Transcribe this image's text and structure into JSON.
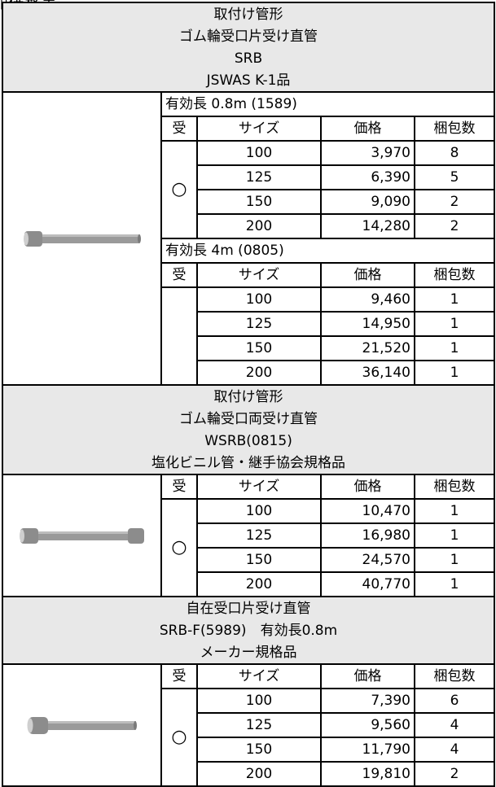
{
  "cut_title": "ﾛ価格表",
  "sections": [
    {
      "header": [
        "取付け管形",
        "ゴム輪受口片受け直管",
        "SRB",
        "JSWAS K-1品"
      ],
      "subsections": [
        {
          "length_label": "有効長 0.8m (1589)",
          "columns": [
            "受",
            "サイズ",
            "価格",
            "梱包数"
          ],
          "receiver_mark": "○",
          "rows": [
            {
              "size": "100",
              "price": "3,970",
              "qty": "8"
            },
            {
              "size": "125",
              "price": "6,390",
              "qty": "5"
            },
            {
              "size": "150",
              "price": "9,090",
              "qty": "2"
            },
            {
              "size": "200",
              "price": "14,280",
              "qty": "2"
            }
          ]
        },
        {
          "length_label": "有効長 4m (0805)",
          "columns": [
            "受",
            "サイズ",
            "価格",
            "梱包数"
          ],
          "receiver_mark": "",
          "rows": [
            {
              "size": "100",
              "price": "9,460",
              "qty": "1"
            },
            {
              "size": "125",
              "price": "14,950",
              "qty": "1"
            },
            {
              "size": "150",
              "price": "21,520",
              "qty": "1"
            },
            {
              "size": "200",
              "price": "36,140",
              "qty": "1"
            }
          ]
        }
      ]
    },
    {
      "header": [
        "取付け管形",
        "ゴム輪受口両受け直管",
        "WSRB(0815)",
        "塩化ビニル管・継手協会規格品"
      ],
      "subsections": [
        {
          "columns": [
            "受",
            "サイズ",
            "価格",
            "梱包数"
          ],
          "receiver_mark": "○",
          "rows": [
            {
              "size": "100",
              "price": "10,470",
              "qty": "1"
            },
            {
              "size": "125",
              "price": "16,980",
              "qty": "1"
            },
            {
              "size": "150",
              "price": "24,570",
              "qty": "1"
            },
            {
              "size": "200",
              "price": "40,770",
              "qty": "1"
            }
          ]
        }
      ]
    },
    {
      "header": [
        "自在受口片受け直管",
        "SRB-F(5989)　有効長0.8m",
        "メーカー規格品"
      ],
      "subsections": [
        {
          "columns": [
            "受",
            "サイズ",
            "価格",
            "梱包数"
          ],
          "receiver_mark": "○",
          "rows": [
            {
              "size": "100",
              "price": "7,390",
              "qty": "6"
            },
            {
              "size": "125",
              "price": "9,560",
              "qty": "4"
            },
            {
              "size": "150",
              "price": "11,790",
              "qty": "4"
            },
            {
              "size": "200",
              "price": "19,810",
              "qty": "2"
            }
          ]
        }
      ]
    }
  ]
}
